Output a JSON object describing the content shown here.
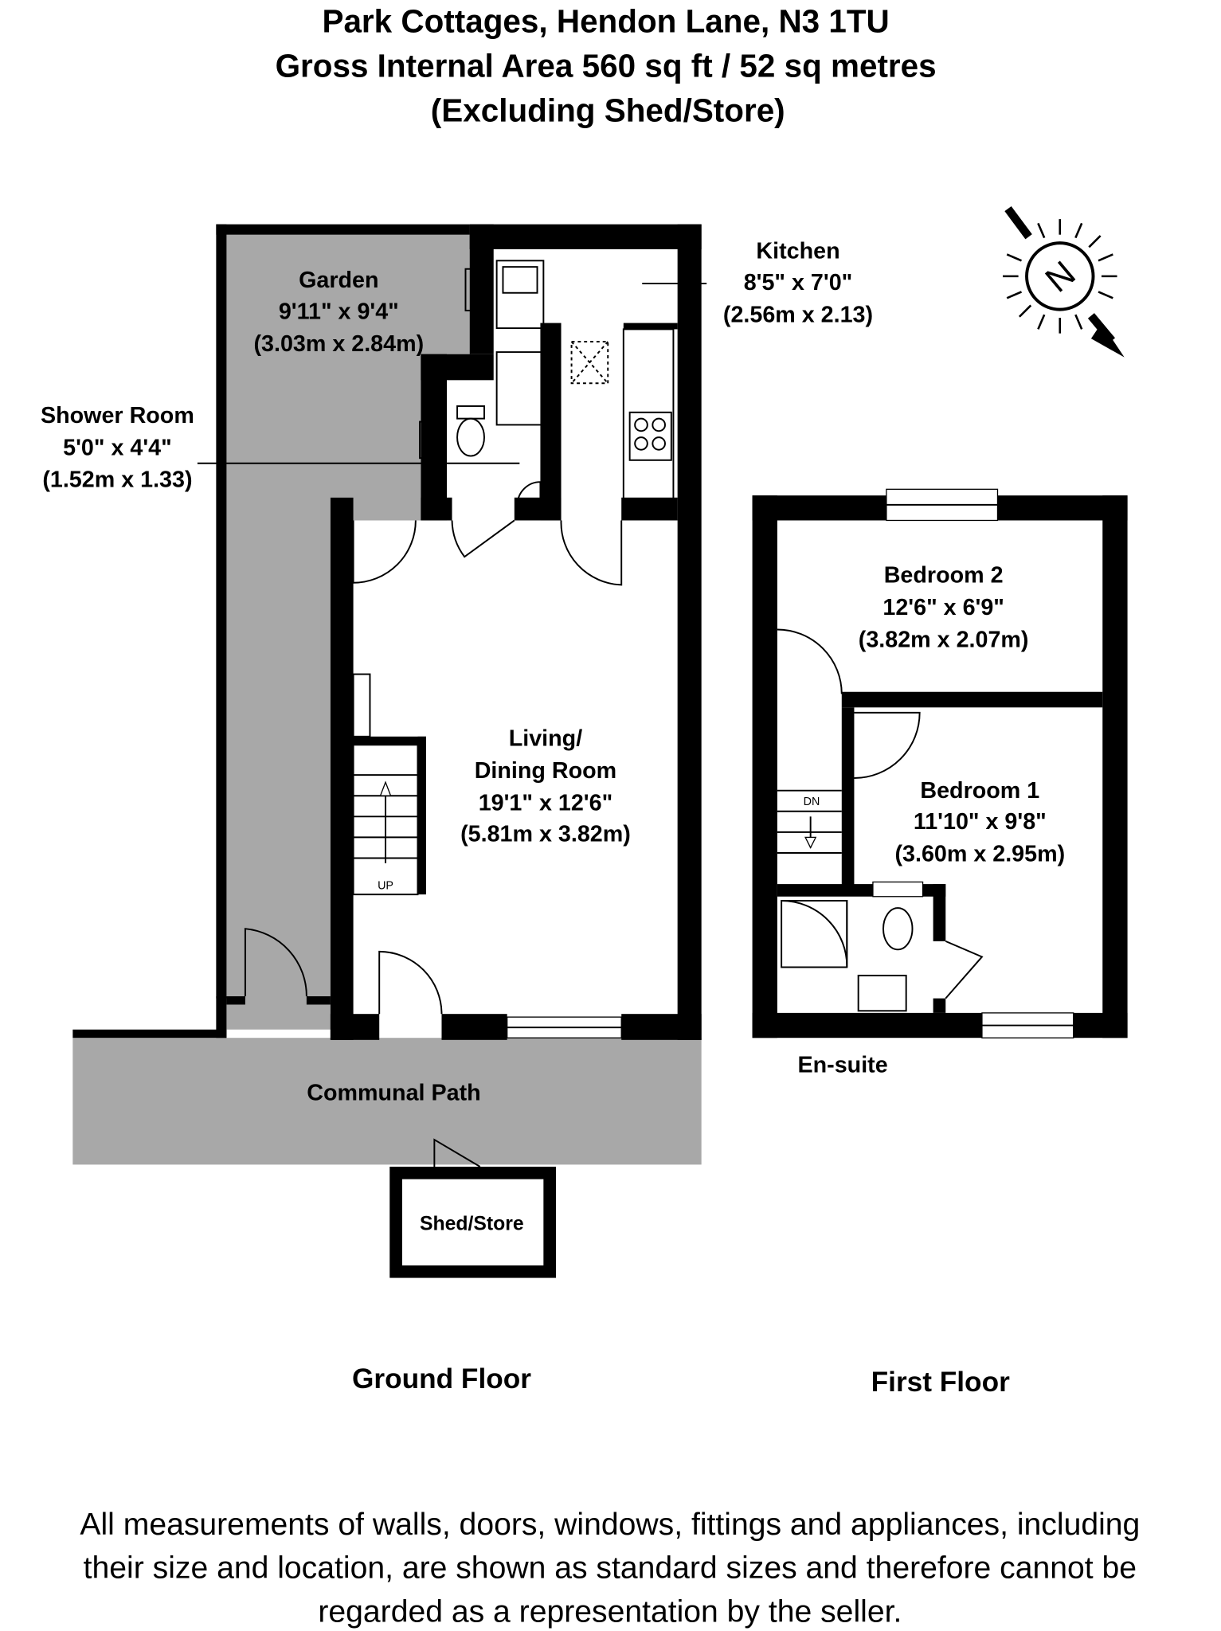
{
  "title": {
    "line1": "Park Cottages, Hendon Lane, N3 1TU",
    "line2": "Gross Internal Area 560 sq ft / 52 sq metres",
    "line3": "(Excluding Shed/Store)"
  },
  "colors": {
    "outdoor_area": "#a8a8a8",
    "walls": "#000000"
  },
  "compass": {
    "label": "N",
    "icon": "north-compass-icon"
  },
  "ground_floor": {
    "label": "Ground Floor",
    "rooms": [
      {
        "name": "Garden",
        "imperial": "9'11\" x 9'4\"",
        "metric": "(3.03m x 2.84m)"
      },
      {
        "name": "Kitchen",
        "imperial": "8'5\" x 7'0\"",
        "metric": "(2.56m x 2.13)"
      },
      {
        "name": "Shower Room",
        "imperial": "5'0\" x 4'4\"",
        "metric": "(1.52m x 1.33)"
      },
      {
        "name_line1": "Living/",
        "name_line2": "Dining Room",
        "imperial": "19'1\" x 12'6\"",
        "metric": "(5.81m x 3.82m)"
      },
      {
        "name": "Communal Path"
      },
      {
        "name": "Shed/Store"
      }
    ],
    "stairs_label": "UP"
  },
  "first_floor": {
    "label": "First Floor",
    "rooms": [
      {
        "name": "Bedroom 2",
        "imperial": "12'6\" x 6'9\"",
        "metric": "(3.82m x 2.07m)"
      },
      {
        "name": "Bedroom 1",
        "imperial": "11'10\" x 9'8\"",
        "metric": "(3.60m x 2.95m)"
      },
      {
        "name": "En-suite"
      }
    ],
    "stairs_label": "DN"
  },
  "disclaimer": {
    "line1": "All measurements of walls, doors, windows, fittings and appliances, including",
    "line2": "their size and location, are shown as standard sizes and therefore cannot be",
    "line3": "regarded as a representation by the seller."
  }
}
